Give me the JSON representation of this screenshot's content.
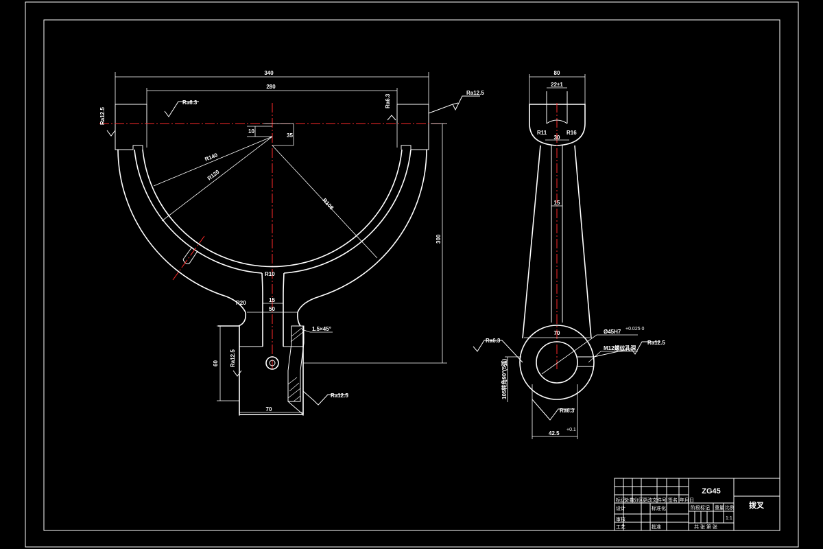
{
  "dims": {
    "overall_width": "340",
    "inner_width": "280",
    "r_outer": "R140",
    "r_mid": "R120",
    "r_inner": "R108",
    "dim_10": "10",
    "dim_35": "35",
    "rf_small": "R10",
    "rf_mid": "R20",
    "stem_15": "15",
    "stem_50": "50",
    "chamfer": "1.5×45°",
    "height_300": "300",
    "height_60": "60",
    "base_70": "70",
    "side_width": "80",
    "side_slot": "22±1",
    "side_30": "30",
    "side_r11": "R11",
    "side_r16": "R16",
    "side_stem": "15",
    "side_70": "70",
    "bore": "Ø45H7",
    "bore_tol": "+0.025 0",
    "thread": "M12螺纹孔深",
    "side_note": "105转角90°(5弧)",
    "side_bottom": "42.5",
    "side_bottom_tol": "+0.1"
  },
  "roughness": {
    "left_top": "Ra6.3",
    "left_side": "Ra12.5",
    "right_top": "Ra12.5",
    "top_slot": "Ra6.3",
    "base_left": "Ra12.5",
    "base_right": "Ra12.5",
    "side_left": "Ra6.3",
    "side_right": "Ra12.5",
    "side_bottom": "Ra6.3"
  },
  "title_block": {
    "material": "ZG45",
    "part_name": "拨叉",
    "stage_label": "阶段标记",
    "weight_label": "重量",
    "scale_label": "比例",
    "scale_value": "1:1",
    "sheet_label": "共 张 第 张",
    "col_mark": "标记",
    "col_count": "处数",
    "col_zone": "分区",
    "col_change": "更改文件号",
    "col_sign": "签名",
    "col_date": "年月日",
    "row_design": "设计",
    "row_check": "审核",
    "row_craft": "工艺",
    "std": "标准化",
    "approve": "批准"
  },
  "colors": {
    "background": "#000000",
    "lines": "#ffffff",
    "centerline": "#ff2a2a"
  }
}
